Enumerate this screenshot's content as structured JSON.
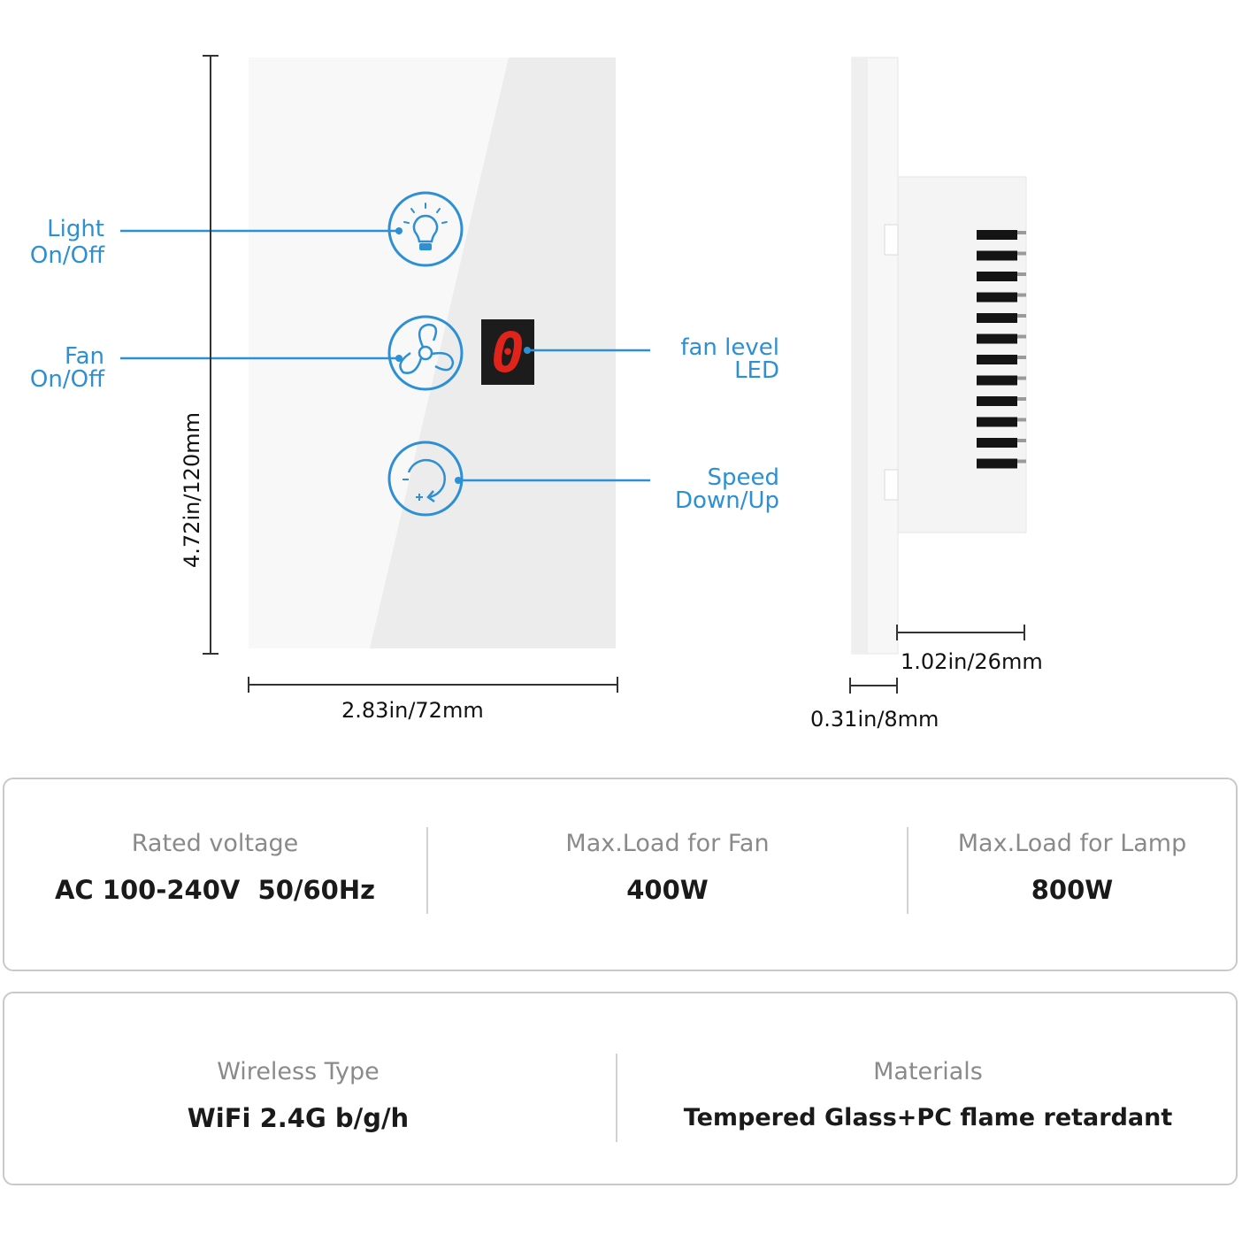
{
  "callouts": {
    "light": {
      "line1": "Light",
      "line2": "On/Off"
    },
    "fan": {
      "line1": "Fan",
      "line2": "On/Off"
    },
    "fan_level": {
      "line1": "fan level",
      "line2": "LED"
    },
    "speed": {
      "line1": "Speed",
      "line2": "Down/Up"
    }
  },
  "led_digit": "0",
  "dimensions": {
    "height": "4.72in/120mm",
    "width": "2.83in/72mm",
    "depth_box": "1.02in/26mm",
    "depth_plate": "0.31in/8mm"
  },
  "specs_row1": [
    {
      "label": "Rated voltage",
      "value": "AC 100-240V  50/60Hz"
    },
    {
      "label": "Max.Load for Fan",
      "value": "400W"
    },
    {
      "label": "Max.Load for Lamp",
      "value": "800W"
    }
  ],
  "specs_row2": [
    {
      "label": "Wireless Type",
      "value": "WiFi 2.4G b/g/h"
    },
    {
      "label": "Materials",
      "value": "Tempered Glass+PC flame retardant"
    }
  ],
  "colors": {
    "accent_blue": "#2d8fd4",
    "led_red": "#e0231b",
    "led_background": "#1c1c1c",
    "card_border": "#c9c9c9"
  },
  "icons": [
    "light-bulb-icon",
    "fan-icon",
    "speed-dial-icon"
  ]
}
